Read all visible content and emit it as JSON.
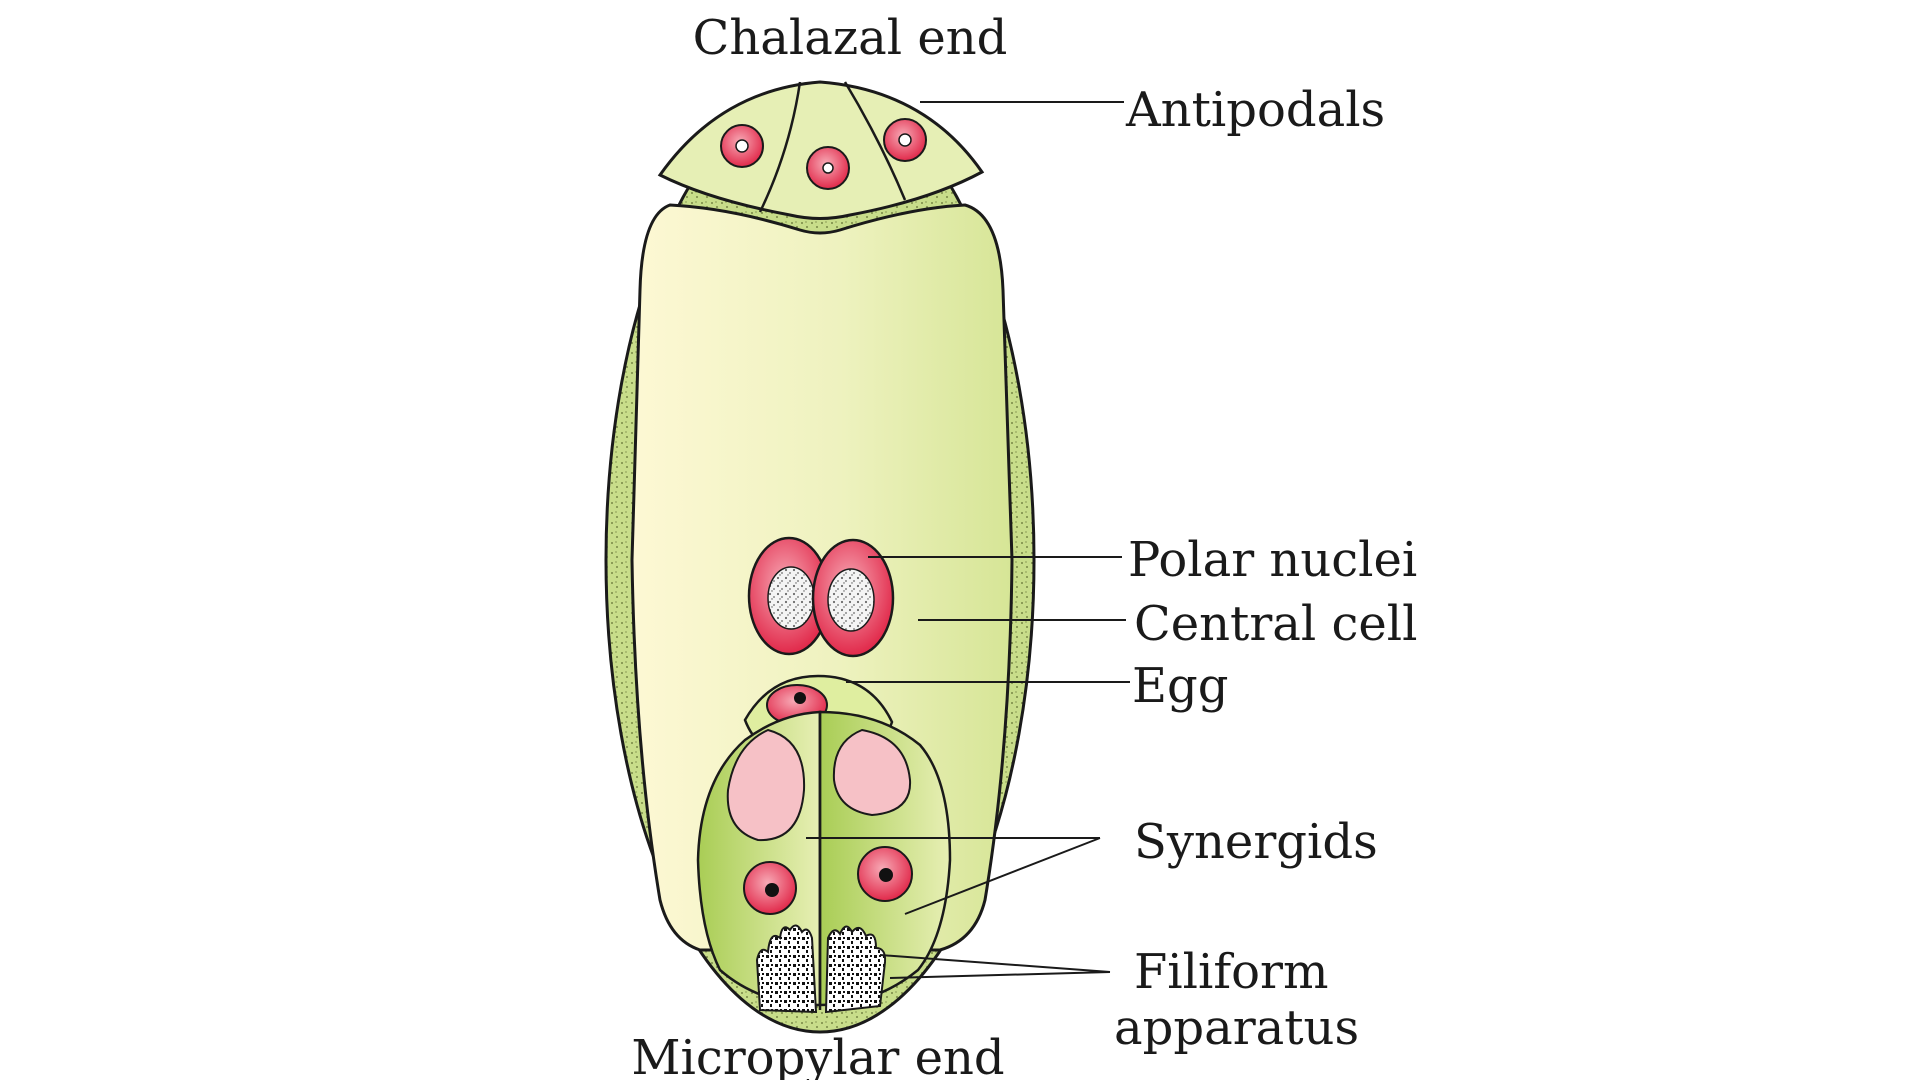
{
  "labels": {
    "chalazal_end": "Chalazal end",
    "antipodals": "Antipodals",
    "polar_nuclei": "Polar nuclei",
    "central_cell": "Central cell",
    "egg": "Egg",
    "synergids": "Synergids",
    "filiform_line1": "Filiform",
    "filiform_line2": "apparatus",
    "micropylar_end": "Micropylar end"
  },
  "colors": {
    "wall_outer": "#c5dc86",
    "wall_stipple": "#6e7d3a",
    "cytoplasm_light": "#fbf6d0",
    "cytoplasm_green": "#dfeaa2",
    "cell_green": "#b9d66b",
    "nucleus_red": "#e83a55",
    "nucleus_pink": "#f6b9c0",
    "outline": "#1a1a1a"
  }
}
